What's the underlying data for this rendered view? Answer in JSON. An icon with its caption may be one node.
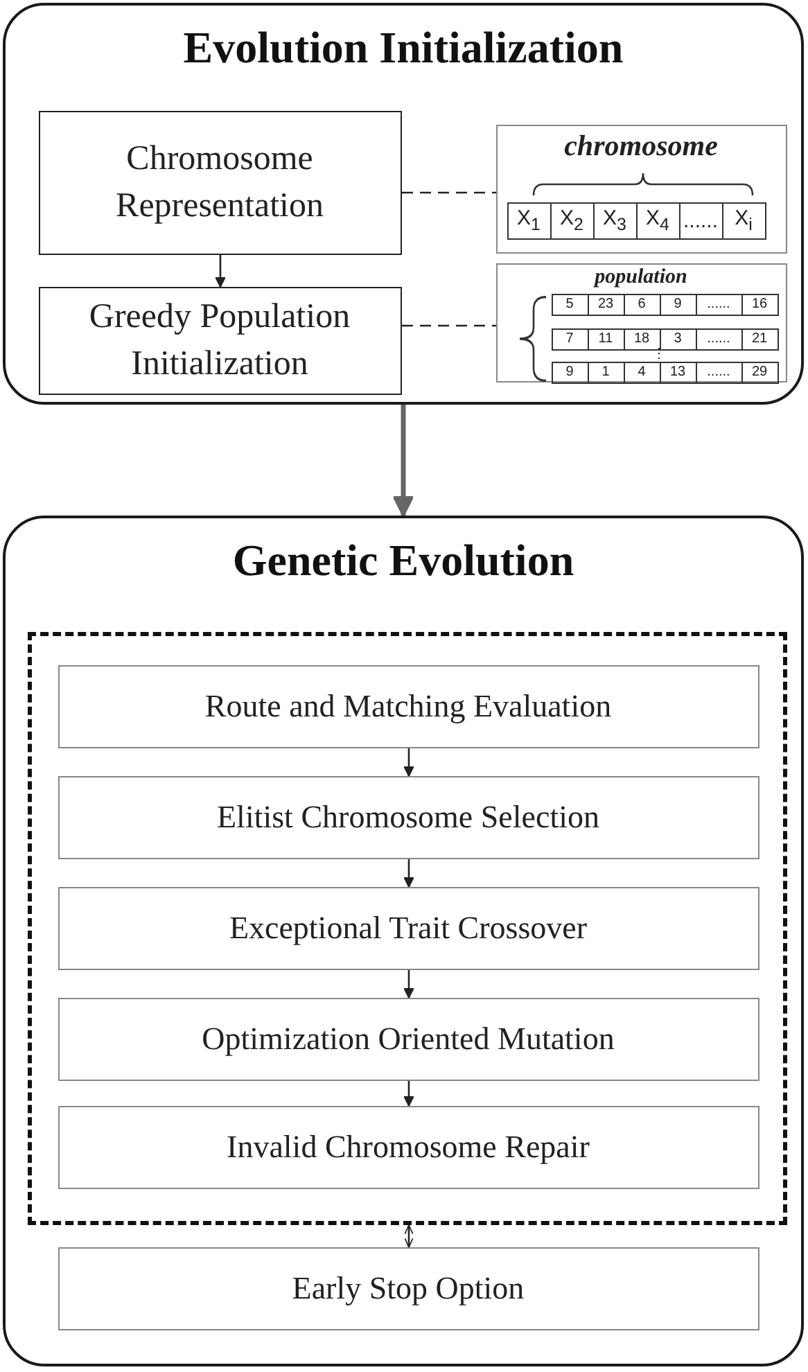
{
  "diagram": {
    "nodes": [
      {
        "text": [
          "Evolution Initialization"
        ]
      },
      {
        "text": [
          "Chromosome Representation"
        ],
        "in": 0
      },
      {
        "text": [
          "chromosome",
          "X$_{1}$",
          "X$_{2}$",
          "X$_{3}$",
          "X$_{4}$",
          "......",
          "X$_{i}$"
        ],
        "in": 0
      },
      {
        "text": [
          "Greedy Population Initialization"
        ],
        "in": 0
      },
      {
        "text": [
          "population",
          "5",
          "23",
          "6",
          "9",
          "......",
          "16",
          "7",
          "11",
          "18",
          "3",
          "......",
          "21",
          "⋮",
          "9",
          "1",
          "4",
          "13",
          "......",
          "29"
        ],
        "in": 0
      },
      {
        "text": [
          "Genetic Evolution"
        ]
      },
      {
        "text": [],
        "shape": "box",
        "in": 5
      },
      {
        "text": [
          "Route and Matching Evaluation"
        ],
        "in": 6
      },
      {
        "text": [
          "Elitist Chromosome Selection"
        ],
        "in": 6
      },
      {
        "text": [
          "Exceptional Trait Crossover"
        ],
        "in": 6
      },
      {
        "text": [
          "Optimization Oriented Mutation"
        ],
        "in": 6
      },
      {
        "text": [
          "Invalid Chromosome Repair"
        ],
        "in": 6
      },
      {
        "text": [
          "Early Stop Option"
        ],
        "in": 5
      }
    ],
    "edges": [
      {
        "from": 1,
        "to": 2,
        "arrow": "none",
        "style": "dashed"
      },
      {
        "from": 1,
        "to": 3,
        "arrow": "to"
      },
      {
        "from": 3,
        "to": 4,
        "arrow": "none",
        "style": "dashed"
      },
      {
        "from": 0,
        "to": 5,
        "arrow": "to",
        "style": "thick",
        "color": "#666666"
      },
      {
        "from": 7,
        "to": 8,
        "arrow": "to"
      },
      {
        "from": 8,
        "to": 9,
        "arrow": "to"
      },
      {
        "from": 9,
        "to": 10,
        "arrow": "to"
      },
      {
        "from": 10,
        "to": 11,
        "arrow": "to"
      },
      {
        "from": 6,
        "to": 12,
        "arrow": "both"
      }
    ]
  }
}
